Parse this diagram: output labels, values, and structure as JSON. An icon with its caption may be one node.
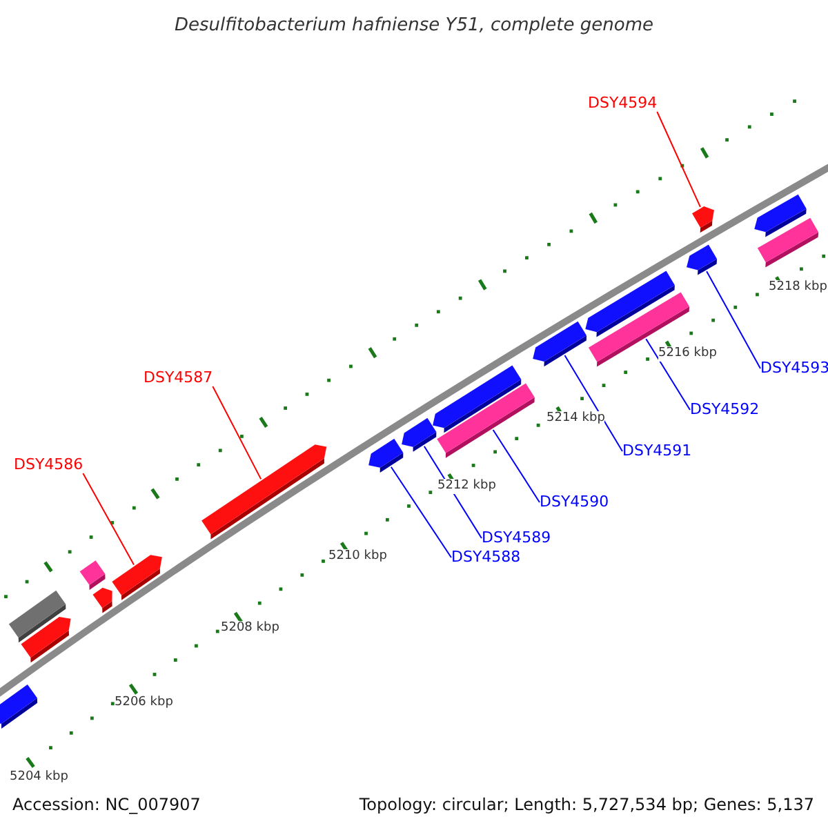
{
  "diagram": {
    "title": "Desulfitobacterium hafniense Y51, complete genome",
    "nodes": [
      {
        "text": [
          "DSY4594"
        ]
      },
      {
        "text": [
          "DSY4587"
        ]
      },
      {
        "text": [
          "DSY4586"
        ]
      },
      {
        "text": [
          "DSY4593"
        ]
      },
      {
        "text": [
          "DSY4592"
        ]
      },
      {
        "text": [
          "DSY4591"
        ]
      },
      {
        "text": [
          "DSY4590"
        ]
      },
      {
        "text": [
          "DSY4589"
        ]
      },
      {
        "text": [
          "DSY4588"
        ]
      },
      {
        "text": [],
        "shape": "pentagon"
      },
      {
        "text": [],
        "shape": "box"
      },
      {
        "text": [],
        "shape": "pentagon"
      },
      {
        "text": [],
        "shape": "box"
      },
      {
        "text": [],
        "shape": "pentagon"
      },
      {
        "text": [],
        "shape": "pentagon"
      },
      {
        "text": [],
        "shape": "pentagon"
      },
      {
        "text": [],
        "shape": "pentagon"
      },
      {
        "text": [],
        "shape": "pentagon"
      },
      {
        "text": [],
        "shape": "pentagon"
      },
      {
        "text": [],
        "shape": "box"
      },
      {
        "text": [],
        "shape": "pentagon"
      },
      {
        "text": [],
        "shape": "pentagon"
      },
      {
        "text": [],
        "shape": "box"
      },
      {
        "text": [],
        "shape": "pentagon"
      },
      {
        "text": [],
        "shape": "pentagon"
      },
      {
        "text": [],
        "shape": "pentagon"
      },
      {
        "text": [],
        "shape": "box"
      }
    ],
    "edges": [
      {
        "from": 0,
        "to": 23,
        "arrow": "none",
        "color": "#ff0000"
      },
      {
        "from": 1,
        "to": 15,
        "arrow": "none",
        "color": "#ff0000"
      },
      {
        "from": 2,
        "to": 14,
        "arrow": "none",
        "color": "#ff0000"
      },
      {
        "from": 3,
        "to": 24,
        "arrow": "none"
      },
      {
        "from": 4,
        "to": 22,
        "arrow": "none"
      },
      {
        "from": 5,
        "to": 20,
        "arrow": "none"
      },
      {
        "from": 6,
        "to": 19,
        "arrow": "none"
      },
      {
        "from": 7,
        "to": 17,
        "arrow": "none"
      },
      {
        "from": 8,
        "to": 16,
        "arrow": "none"
      }
    ],
    "labels": [
      "5218 kbp",
      "5216 kbp",
      "5214 kbp",
      "5212 kbp",
      "5210 kbp",
      "5208 kbp",
      "5206 kbp",
      "5204 kbp",
      "Accession: NC_007907",
      "Topology: circular; Length: 5,727,534 bp; Genes: 5,137"
    ]
  }
}
